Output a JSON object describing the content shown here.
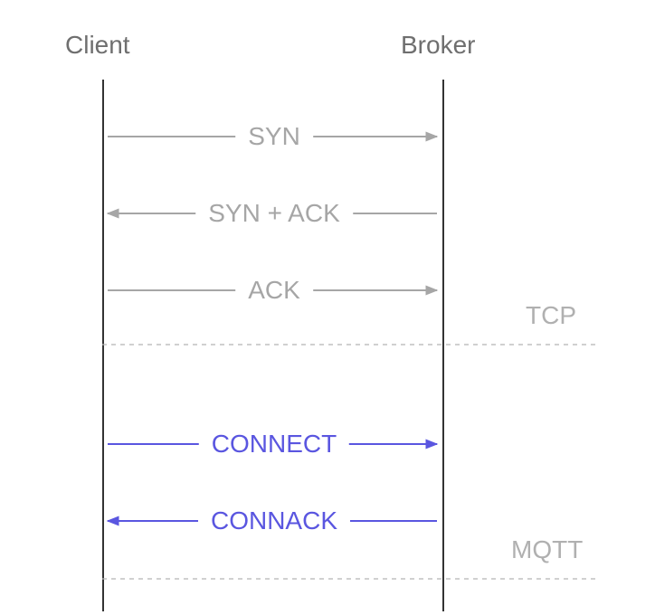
{
  "actors": {
    "left": "Client",
    "right": "Broker"
  },
  "messages": [
    {
      "label": "SYN",
      "direction": "to_broker",
      "layer": "tcp"
    },
    {
      "label": "SYN + ACK",
      "direction": "to_client",
      "layer": "tcp"
    },
    {
      "label": "ACK",
      "direction": "to_broker",
      "layer": "tcp"
    },
    {
      "label": "CONNECT",
      "direction": "to_broker",
      "layer": "mqtt"
    },
    {
      "label": "CONNACK",
      "direction": "to_client",
      "layer": "mqtt"
    }
  ],
  "layers": {
    "tcp": "TCP",
    "mqtt": "MQTT"
  },
  "colors": {
    "tcp": "#a6a6a6",
    "mqtt": "#5a56e0",
    "lifeline": "#333333",
    "separator": "#b5b5b5",
    "actor_text": "#6f6f6f",
    "layer_text": "#b0b0b0"
  }
}
